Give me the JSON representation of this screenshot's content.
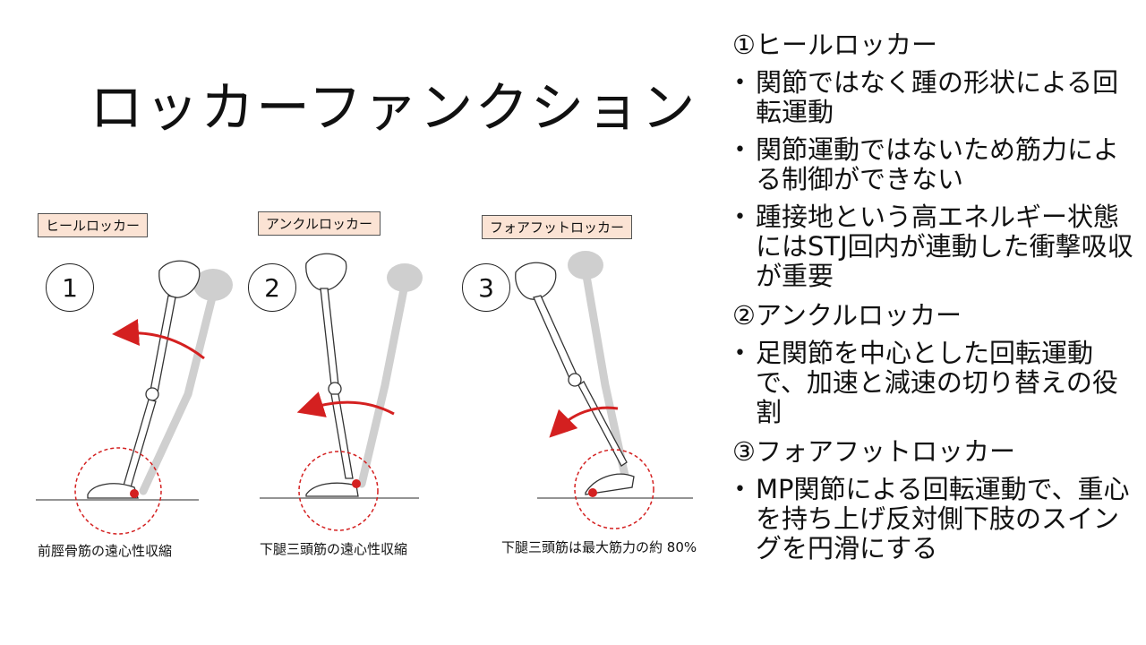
{
  "slide": {
    "title": "ロッカーファンクション"
  },
  "phases": [
    {
      "label": "ヒールロッカー",
      "number": "1",
      "caption": "前脛骨筋の遠心性収縮"
    },
    {
      "label": "アンクルロッカー",
      "number": "2",
      "caption": "下腿三頭筋の遠心性収縮"
    },
    {
      "label": "フォアフットロッカー",
      "number": "3",
      "caption": "下腿三頭筋は最大筋力の約 80%"
    }
  ],
  "notes": {
    "sections": [
      {
        "heading": "①ヒールロッカー",
        "bullets": [
          "関節ではなく踵の形状による回転運動",
          "関節運動ではないため筋力による制御ができない",
          "踵接地という高エネルギー状態にはSTJ回内が連動した衝撃吸収が重要"
        ]
      },
      {
        "heading": "②アンクルロッカー",
        "bullets": [
          "足関節を中心とした回転運動で、加速と減速の切り替えの役割"
        ]
      },
      {
        "heading": "③フォアフットロッカー",
        "bullets": [
          "MP関節による回転運動で、重心を持ち上げ反対側下肢のスイングを円滑にする"
        ]
      }
    ]
  },
  "colors": {
    "label_bg": "#fbe3d4",
    "arrow": "#d42020",
    "ghost": "#d0d0d0"
  }
}
